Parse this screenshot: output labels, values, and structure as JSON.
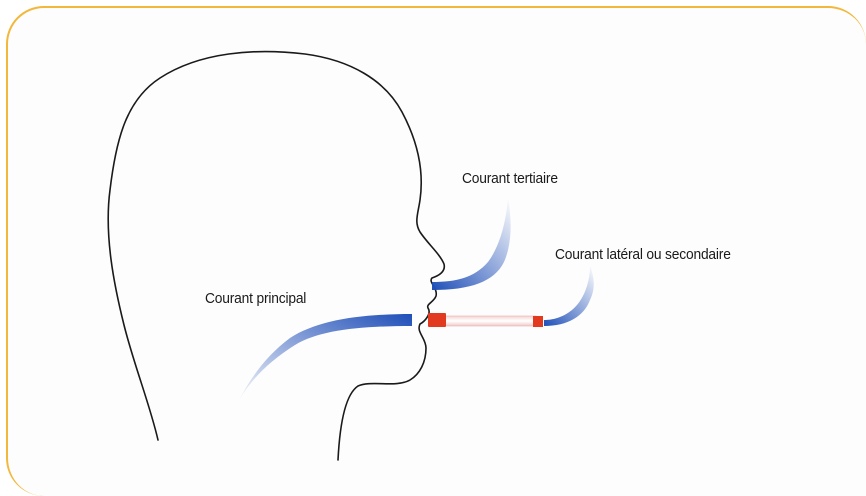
{
  "labels": {
    "tertiaire": "Courant tertiaire",
    "lateral": "Courant latéral ou secondaire",
    "principal": "Courant principal"
  },
  "colors": {
    "frame": "#f2b73b",
    "stream_blue": "#1f4fb8",
    "cigarette_tip": "#e23a1e",
    "head_outline": "#1a1a1a"
  }
}
